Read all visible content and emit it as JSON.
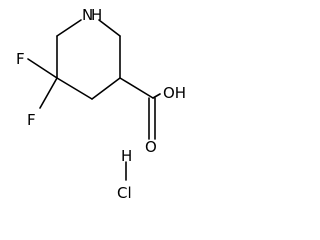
{
  "molecule": {
    "atoms": {
      "nh": "N",
      "nh_h": "H",
      "f_top": "F",
      "f_bottom": "F",
      "oh": "OH",
      "o": "O",
      "h": "H",
      "cl": "Cl"
    }
  },
  "colors": {
    "bond": "#000000",
    "text": "#000000",
    "background": "#ffffff"
  }
}
